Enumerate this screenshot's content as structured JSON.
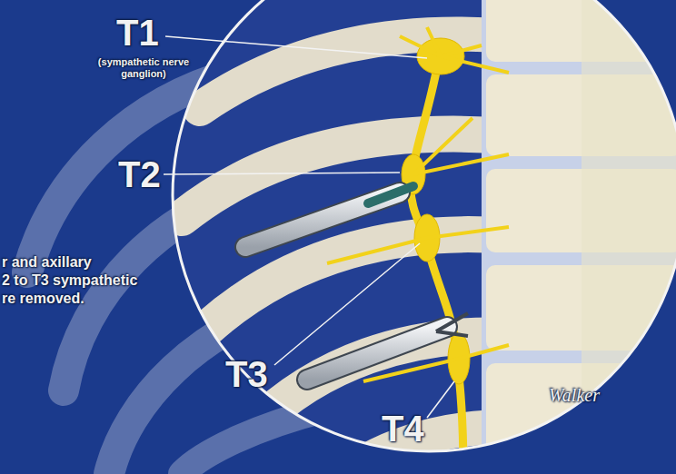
{
  "diagram": {
    "labels": [
      "T1",
      "(sympathetic nerve ganglion)",
      "T2",
      "T3",
      "T4",
      "r and axillary",
      "2 to T3 sympathetic",
      "re removed.",
      "Walker"
    ]
  }
}
